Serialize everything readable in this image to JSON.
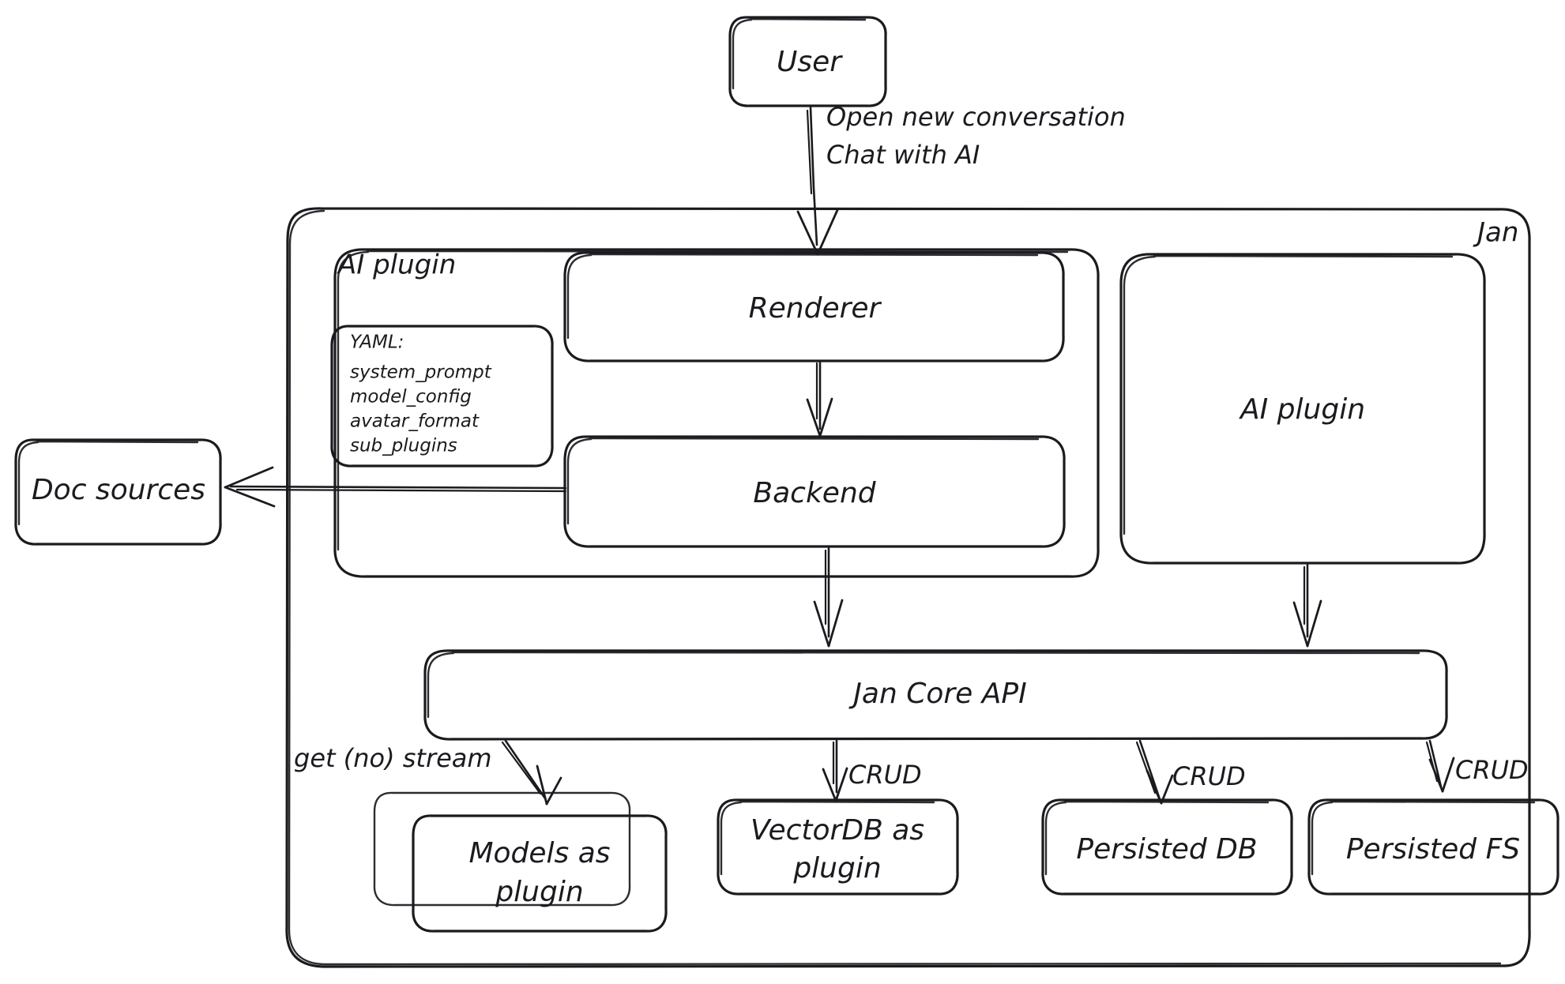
{
  "diagram": {
    "title": "Jan",
    "style": "hand-drawn architecture diagram",
    "accent_color": "#1b1b1f",
    "background_color": "#ffffff"
  },
  "nodes": {
    "user": {
      "label": "User"
    },
    "jan_container": {
      "label": "Jan"
    },
    "ai_plugin_group": {
      "label": "AI plugin"
    },
    "yaml_card": {
      "heading": "YAML:",
      "lines": [
        "system_prompt",
        "model_config",
        "avatar_format",
        "sub_plugins"
      ]
    },
    "renderer": {
      "label": "Renderer"
    },
    "backend": {
      "label": "Backend"
    },
    "ai_plugin_right": {
      "label": "AI plugin"
    },
    "doc_sources": {
      "label": "Doc sources"
    },
    "jan_core_api": {
      "label": "Jan Core API"
    },
    "models_plugin": {
      "label_line1": "Models as",
      "label_line2": "plugin"
    },
    "vectordb_plugin": {
      "label_line1": "VectorDB as",
      "label_line2": "plugin"
    },
    "persisted_db": {
      "label": "Persisted DB"
    },
    "persisted_fs": {
      "label": "Persisted FS"
    }
  },
  "edge_labels": {
    "user_to_renderer_line1": "Open new conversation",
    "user_to_renderer_line2": "Chat with AI",
    "core_to_models": "get (no) stream",
    "core_to_vectordb": "CRUD",
    "core_to_persisted_db": "CRUD",
    "core_to_persisted_fs": "CRUD"
  }
}
